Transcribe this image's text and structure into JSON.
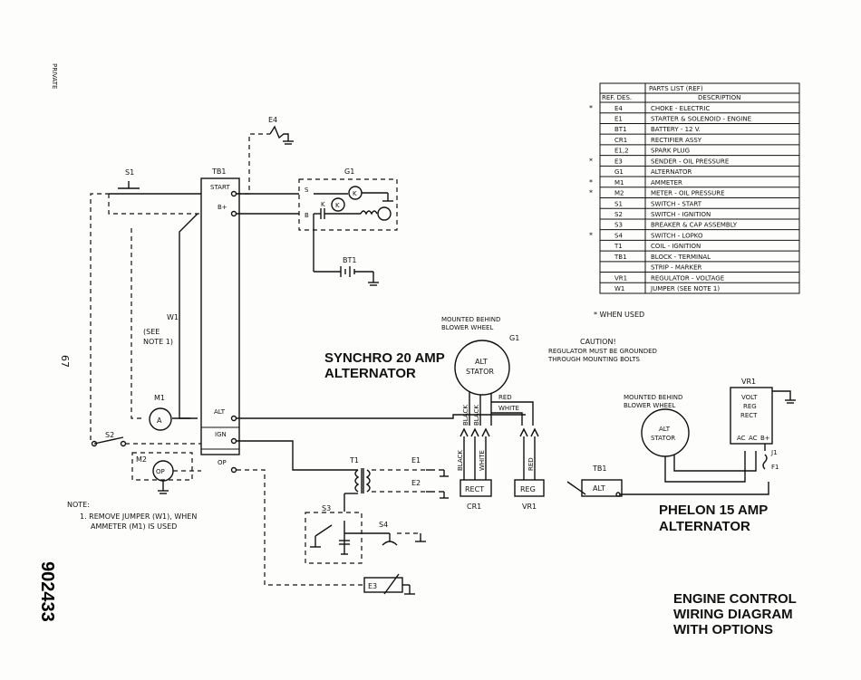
{
  "margin_scan": "PRIVATE",
  "page_number": "67",
  "drawing_number": "902433",
  "parts_table": {
    "header_title": "PARTS LIST (REF)",
    "col_ref": "REF. DES.",
    "col_desc": "DESCRIPTION",
    "rows": [
      {
        "mark": "*",
        "ref": "E4",
        "desc": "CHOKE - ELECTRIC"
      },
      {
        "mark": "",
        "ref": "E1",
        "desc": "STARTER & SOLENOID - ENGINE"
      },
      {
        "mark": "",
        "ref": "BT1",
        "desc": "BATTERY - 12 V."
      },
      {
        "mark": "",
        "ref": "CR1",
        "desc": "RECTIFIER ASSY"
      },
      {
        "mark": "",
        "ref": "E1,2",
        "desc": "SPARK PLUG"
      },
      {
        "mark": "*",
        "ref": "E3",
        "desc": "SENDER - OIL PRESSURE"
      },
      {
        "mark": "",
        "ref": "G1",
        "desc": "ALTERNATOR"
      },
      {
        "mark": "*",
        "ref": "M1",
        "desc": "AMMETER"
      },
      {
        "mark": "*",
        "ref": "M2",
        "desc": "METER - OIL PRESSURE"
      },
      {
        "mark": "",
        "ref": "S1",
        "desc": "SWITCH - START"
      },
      {
        "mark": "",
        "ref": "S2",
        "desc": "SWITCH - IGNITION"
      },
      {
        "mark": "",
        "ref": "S3",
        "desc": "BREAKER & CAP ASSEMBLY"
      },
      {
        "mark": "*",
        "ref": "S4",
        "desc": "SWITCH - LOPKO"
      },
      {
        "mark": "",
        "ref": "T1",
        "desc": "COIL - IGNITION"
      },
      {
        "mark": "",
        "ref": "TB1",
        "desc": "BLOCK - TERMINAL"
      },
      {
        "mark": "",
        "ref": "",
        "desc": "STRIP - MARKER"
      },
      {
        "mark": "",
        "ref": "VR1",
        "desc": "REGULATOR - VOLTAGE"
      },
      {
        "mark": "",
        "ref": "W1",
        "desc": "JUMPER (SEE NOTE 1)"
      }
    ]
  },
  "when_used": "* WHEN USED",
  "caution": {
    "line1": "CAUTION!",
    "line2": "REGULATOR MUST BE GROUNDED",
    "line3": "THROUGH MOUNTING BOLTS"
  },
  "synchro": {
    "line1": "SYNCHRO 20 AMP",
    "line2": "ALTERNATOR"
  },
  "phelon": {
    "line1": "PHELON 15 AMP",
    "line2": "ALTERNATOR"
  },
  "diagram_title": {
    "line1": "ENGINE CONTROL",
    "line2": "WIRING DIAGRAM",
    "line3": "WITH OPTIONS"
  },
  "note": {
    "head": "NOTE:",
    "line1": "1. REMOVE JUMPER (W1), WHEN",
    "line2": "AMMETER (M1) IS USED"
  },
  "labels": {
    "E4": "E4",
    "S1": "S1",
    "TB1": "TB1",
    "G1": "G1",
    "BT1": "BT1",
    "start": "START",
    "bplus": "B+",
    "alt": "ALT",
    "ign": "IGN",
    "op": "OP",
    "W1": "W1",
    "see_note1": "(SEE",
    "see_note2": "NOTE 1)",
    "M1": "M1",
    "A": "A",
    "S2": "S2",
    "M2": "M2",
    "opm": "OP",
    "T1": "T1",
    "E1": "E1",
    "E2": "E2",
    "S3": "S3",
    "S4": "S4",
    "E3": "E3",
    "S": "S",
    "B": "B",
    "K": "K",
    "K2": "K",
    "mount1": "MOUNTED BEHIND",
    "mount2": "BLOWER WHEEL",
    "G1b": "G1",
    "alt_stator1": "ALT",
    "alt_stator2": "STATOR",
    "red": "RED",
    "white": "WHITE",
    "black": "BLACK",
    "black2": "BLACK",
    "white2": "WHITE",
    "black3": "BLACK",
    "red2": "RED",
    "rect": "RECT",
    "reg": "REG",
    "CR1": "CR1",
    "VR1": "VR1",
    "TB1b": "TB1",
    "altb": "ALT",
    "pmount1": "MOUNTED BEHIND",
    "pmount2": "BLOWER WHEEL",
    "pstat1": "ALT",
    "pstat2": "STATOR",
    "VR1b": "VR1",
    "volt": "VOLT",
    "regb": "REG",
    "rectb": "RECT",
    "ac1": "AC",
    "ac2": "AC",
    "bp": "B+",
    "J1": "J1",
    "F1": "F1"
  }
}
